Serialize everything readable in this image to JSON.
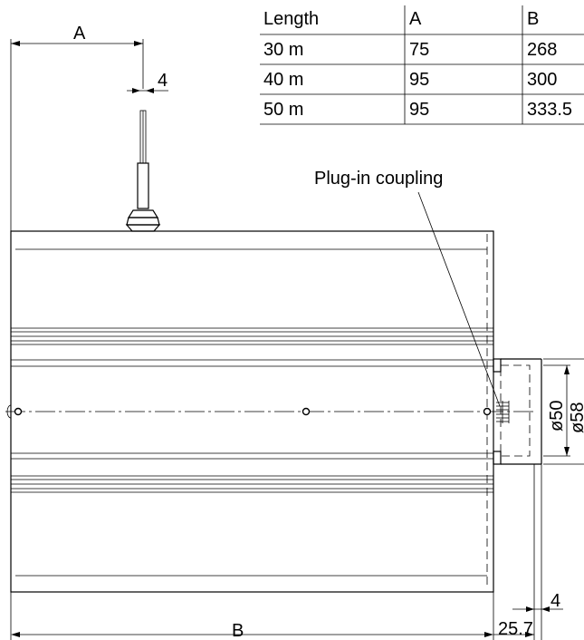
{
  "table": {
    "headers": [
      "Length",
      "A",
      "B"
    ],
    "rows": [
      [
        "30 m",
        "75",
        "268"
      ],
      [
        "40 m",
        "95",
        "300"
      ],
      [
        "50 m",
        "95",
        "333.5"
      ]
    ]
  },
  "dimensions": {
    "a": "A",
    "b": "B",
    "wire": "4",
    "d50": "ø50",
    "d58": "ø58",
    "bottom_gap": "4",
    "offset": "25.7"
  },
  "callouts": {
    "plug_in": "Plug-in coupling"
  }
}
